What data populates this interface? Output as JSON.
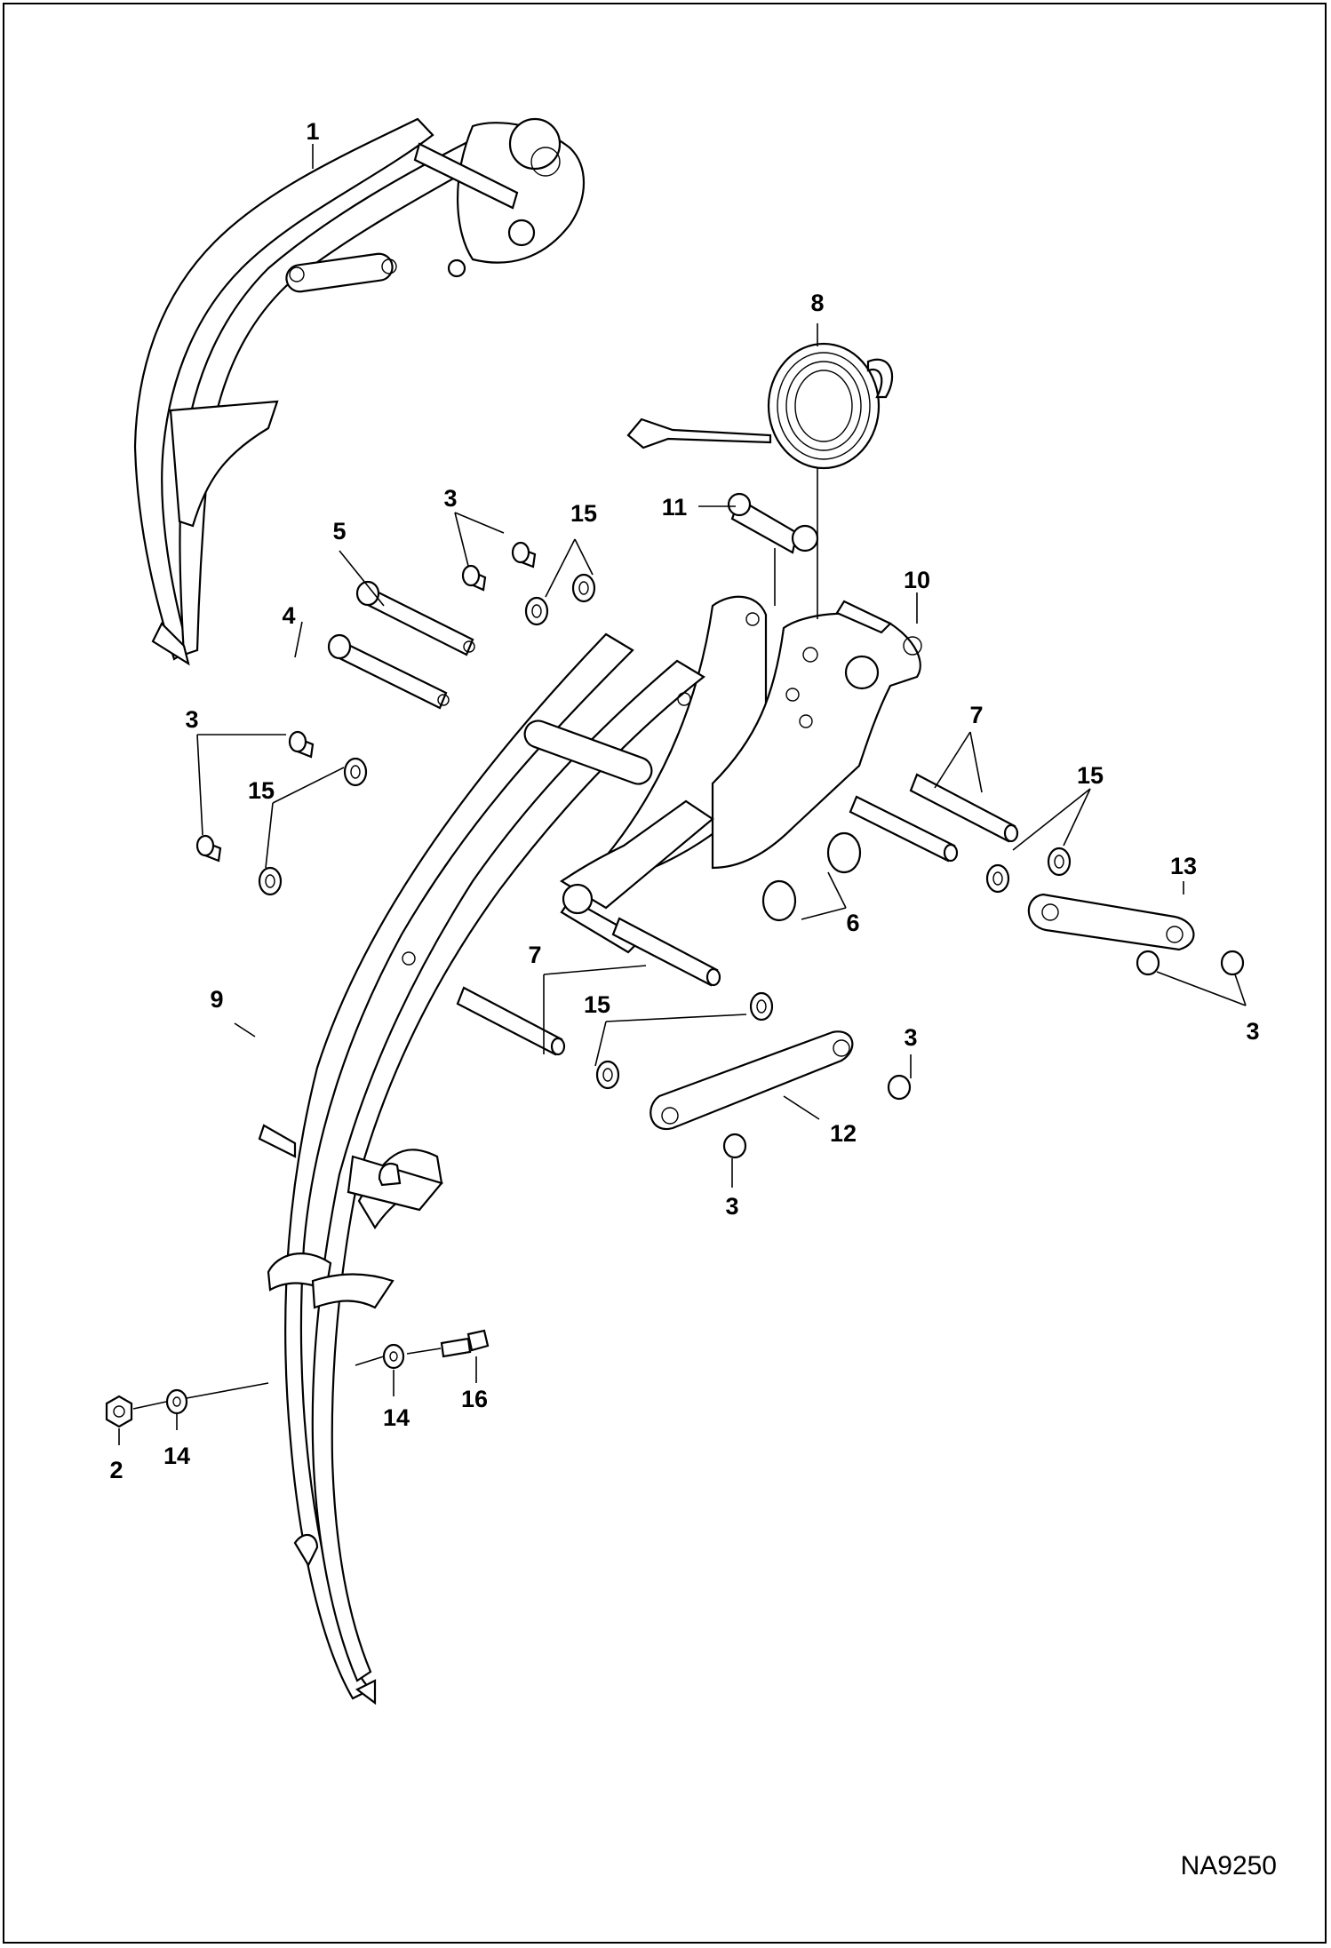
{
  "figure_code": "NA9250",
  "callouts": {
    "c1": "1",
    "c2": "2",
    "c3a": "3",
    "c3b": "3",
    "c3c": "3",
    "c3d": "3",
    "c3e": "3",
    "c4": "4",
    "c5": "5",
    "c6": "6",
    "c7a": "7",
    "c7b": "7",
    "c8": "8",
    "c9": "9",
    "c10": "10",
    "c11": "11",
    "c12": "12",
    "c13": "13",
    "c14a": "14",
    "c14b": "14",
    "c15a": "15",
    "c15b": "15",
    "c15c": "15",
    "c15d": "15",
    "c16": "16"
  }
}
